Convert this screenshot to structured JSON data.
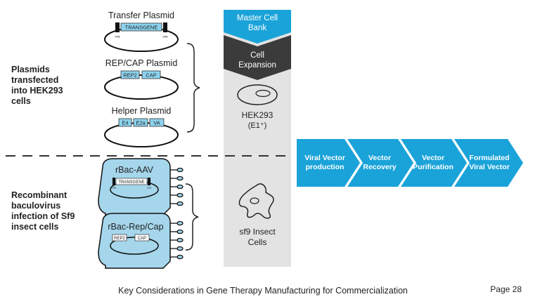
{
  "colors": {
    "blue": "#1aa3d9",
    "light_blue": "#8cd3ee",
    "dark_gray": "#3b3b3b",
    "column_gray": "#e3e3e3",
    "cell_blue": "#a5d6ec"
  },
  "left_labels": {
    "hek_lines": [
      "Plasmids",
      "transfected",
      "into HEK293",
      "cells"
    ],
    "sf9_lines": [
      "Recombinant",
      "baculovirus",
      "infection of Sf9",
      "insect cells"
    ]
  },
  "plasmids": {
    "transfer": {
      "title": "Transfer Plasmid",
      "segments": [
        "TRANSGENE"
      ],
      "itr": "ITR"
    },
    "repcap": {
      "title": "REP/CAP Plasmid",
      "segments": [
        "REP2",
        "CAP"
      ]
    },
    "helper": {
      "title": "Helper Plasmid",
      "segments": [
        "E4",
        "E2a",
        "VA"
      ]
    }
  },
  "baculo": {
    "aav": {
      "title": "rBac-AAV",
      "segments": [
        "TRANSGENE"
      ],
      "itr": "ITR"
    },
    "repcap": {
      "title": "rBac-Rep/Cap",
      "segments": [
        "REP2",
        "CAP"
      ]
    }
  },
  "column": {
    "master_lines": [
      "Master Cell",
      "Bank"
    ],
    "expansion_lines": [
      "Cell",
      "Expansion"
    ],
    "hek_lines": [
      "HEK293",
      "(E1⁺)"
    ],
    "sf9_lines": [
      "sf9 Insect",
      "Cells"
    ]
  },
  "steps": [
    {
      "lines": [
        "Viral Vector",
        "production"
      ]
    },
    {
      "lines": [
        "Vector",
        "Recovery"
      ]
    },
    {
      "lines": [
        "Vector",
        "Purification"
      ]
    },
    {
      "lines": [
        "Formulated",
        "Viral Vector"
      ]
    }
  ],
  "footer": {
    "title": "Key Considerations in Gene Therapy Manufacturing for Commercialization",
    "page": "Page 28"
  }
}
